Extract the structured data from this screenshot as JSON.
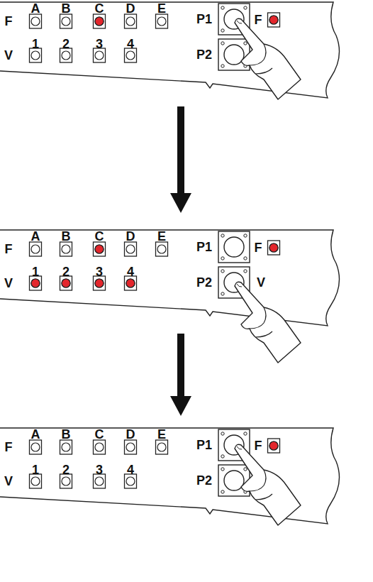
{
  "diagram": {
    "labels": [
      "A",
      "B",
      "C",
      "D",
      "E",
      "F",
      "1",
      "2",
      "3",
      "4",
      "V",
      "P1",
      "F",
      "P2",
      "A",
      "B",
      "C",
      "D",
      "E",
      "F",
      "1",
      "2",
      "3",
      "4",
      "V",
      "P1",
      "F",
      "P2",
      "V",
      "A",
      "B",
      "C",
      "D",
      "E",
      "F",
      "1",
      "2",
      "3",
      "4",
      "V",
      "P1",
      "F",
      "P2"
    ]
  }
}
